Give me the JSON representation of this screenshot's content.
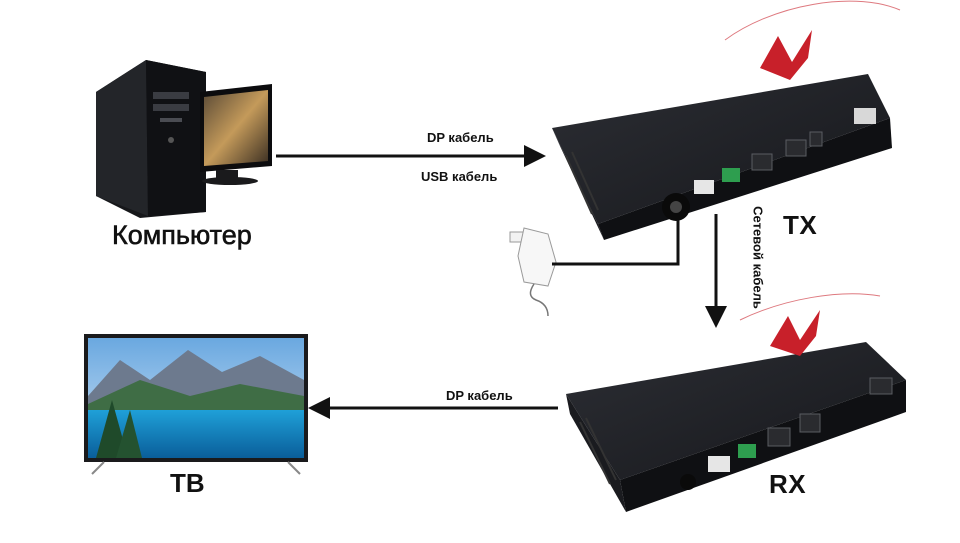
{
  "labels": {
    "computer": "Компьютер",
    "tv": "ТВ",
    "tx": "TX",
    "rx": "RX",
    "dp_cable_top": "DP кабель",
    "usb_cable": "USB кабель",
    "network_cable": "Сетевой кабель",
    "dp_cable_bottom": "DP кабель"
  },
  "colors": {
    "line": "#111111",
    "device_body": "#1d1f24",
    "device_face": "#2a2c31",
    "brand_red": "#c8202a",
    "port_green": "#2e9e4f"
  },
  "icons": [
    "computer-tower-icon",
    "monitor-icon",
    "power-adapter-icon",
    "tv-icon",
    "extender-tx-icon",
    "extender-rx-icon"
  ]
}
